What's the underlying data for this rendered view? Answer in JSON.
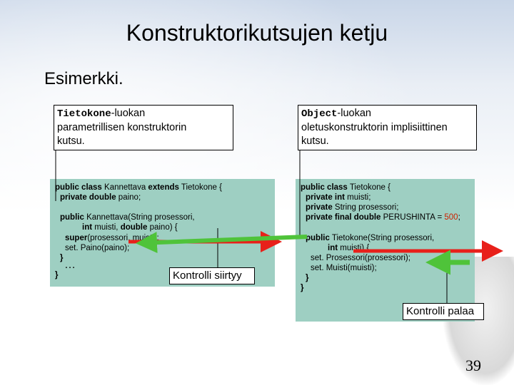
{
  "slide": {
    "title": "Konstruktorikutsujen ketju",
    "subtitle": "Esimerkki.",
    "page_number": "39"
  },
  "callouts": {
    "left": {
      "class_name": "Tietokone",
      "line1_suffix": "-luokan",
      "line2": "parametrillisen konstruktorin",
      "line3": "kutsu."
    },
    "right": {
      "class_name": "Object",
      "line1_suffix": "-luokan",
      "line2": "oletuskonstruktorin implisiittinen",
      "line3": "kutsu."
    }
  },
  "code_left": {
    "l1_kw1": "public class",
    "l1_t1": " Kannettava ",
    "l1_kw2": "extends",
    "l1_t2": " Tietokone {",
    "l2_kw": "private double",
    "l2_t": " paino;",
    "l3_kw": "public",
    "l3_t": " Kannettava(String prosessori,",
    "l4_kw1": "int",
    "l4_t1": " muisti, ",
    "l4_kw2": "double",
    "l4_t2": " paino) {",
    "l5_kw": "super",
    "l5_t": "(prosessori, muisti);",
    "l6": "set. Paino(paino);",
    "l7": "}",
    "l8": "…",
    "l9": "}"
  },
  "code_right": {
    "l1_kw": "public class",
    "l1_t": " Tietokone {",
    "l2_kw": "private int",
    "l2_t": " muisti;",
    "l3_kw": "private",
    "l3_t": " String prosessori;",
    "l4_kw": "private final double",
    "l4_t1": " PERUSHINTA = ",
    "l4_num": "500",
    "l4_t2": ";",
    "l5_kw": "public",
    "l5_t": " Tietokone(String prosessori,",
    "l6_kw": "int",
    "l6_t": " muisti) {",
    "l7": "set. Prosessori(prosessori);",
    "l8": "set. Muisti(muisti);",
    "l9": "}",
    "l10": "}"
  },
  "labels": {
    "moves": "Kontrolli siirtyy",
    "returns": "Kontrolli palaa"
  },
  "colors": {
    "code_bg": "#9ecfc2",
    "red_arrow": "#e8201a",
    "green_arrow": "#4fc33a",
    "number_red": "#cc2200"
  }
}
